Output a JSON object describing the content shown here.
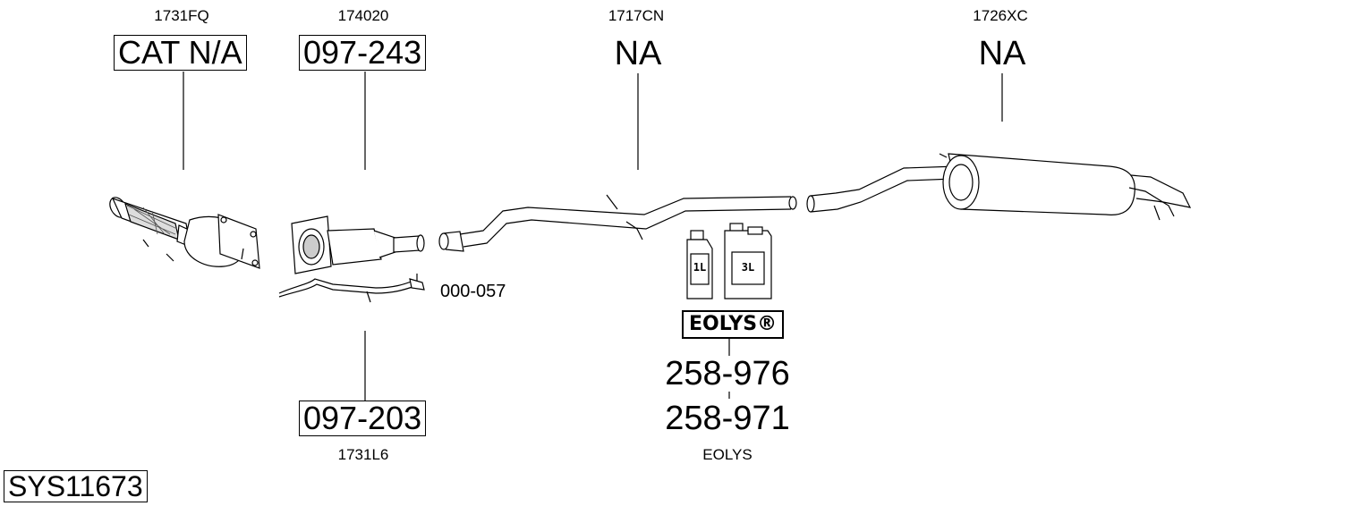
{
  "parts": [
    {
      "oem": "1731FQ",
      "ref": "CAT N/A"
    },
    {
      "oem": "174020",
      "ref": "097-243"
    },
    {
      "oem": "1717CN",
      "ref": "NA"
    },
    {
      "oem": "1726XC",
      "ref": "NA"
    }
  ],
  "lower_part": {
    "ref": "097-203",
    "oem": "1731L6"
  },
  "sensor_label": "000-057",
  "eolys": {
    "logo": "EOLYS®",
    "can_small": "1L",
    "can_large": "3L",
    "ref_1": "258-976",
    "ref_2": "258-971",
    "caption": "EOLYS"
  },
  "system_id": "SYS11673"
}
